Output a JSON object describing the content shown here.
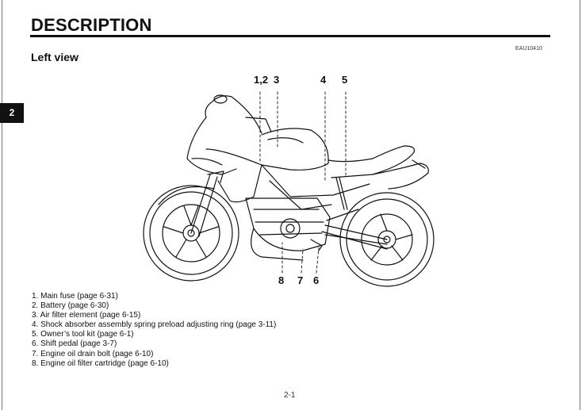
{
  "section_title": "DESCRIPTION",
  "subsection_title": "Left view",
  "doc_code": "EAU10410",
  "chapter_tab": "2",
  "callouts_top": [
    "1,2",
    "3",
    "4",
    "5"
  ],
  "callouts_bottom": [
    "8",
    "7",
    "6"
  ],
  "legend_items": [
    "1. Main fuse (page 6-31)",
    "2. Battery (page 6-30)",
    "3. Air filter element (page 6-15)",
    "4. Shock absorber assembly spring preload adjusting ring (page 3-11)",
    "5. Owner’s tool kit (page 6-1)",
    "6. Shift pedal (page 3-7)",
    "7. Engine oil drain bolt (page 6-10)",
    "8. Engine oil filter cartridge (page 6-10)"
  ],
  "page_number": "2-1"
}
